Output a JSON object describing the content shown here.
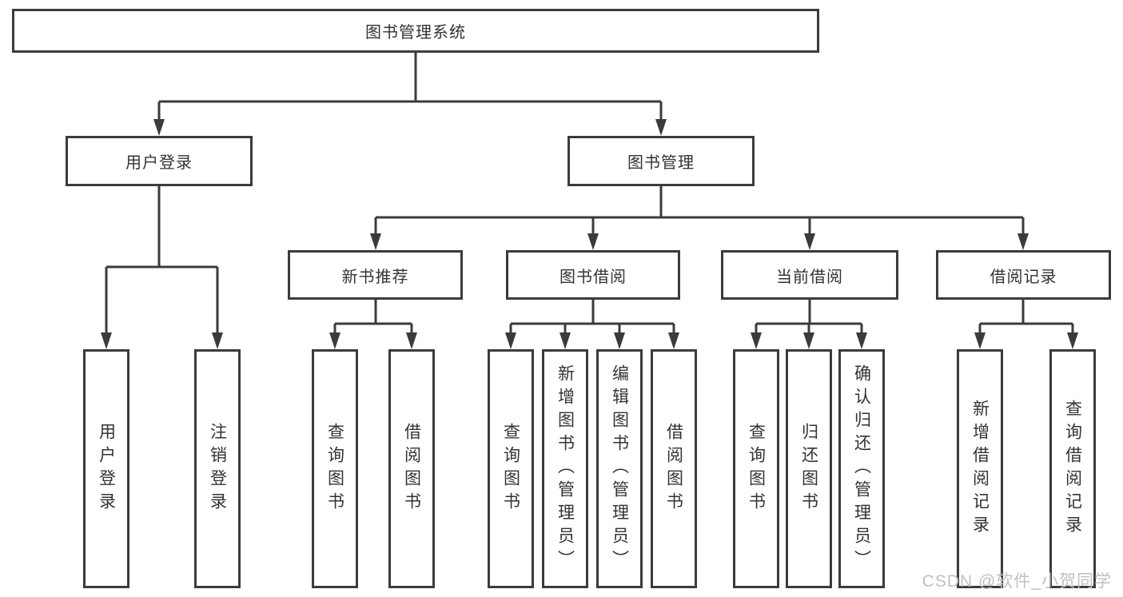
{
  "colors": {
    "line": "#3b3b3b",
    "node_border": "#3b3b3b",
    "text": "#333333",
    "watermark": "#c0c0c0",
    "background": "#ffffff"
  },
  "watermark": {
    "text": "CSDN @软件_小贺同学"
  },
  "tree": {
    "root": {
      "label": "图书管理系统"
    },
    "branches": [
      {
        "label": "用户登录",
        "children": [
          {
            "label": "用户登录"
          },
          {
            "label": "注销登录"
          }
        ]
      },
      {
        "label": "图书管理",
        "children": [
          {
            "label": "新书推荐",
            "children": [
              {
                "label": "查询图书"
              },
              {
                "label": "借阅图书"
              }
            ]
          },
          {
            "label": "图书借阅",
            "children": [
              {
                "label": "查询图书"
              },
              {
                "label": "新增图书（管理员）"
              },
              {
                "label": "编辑图书（管理员）"
              },
              {
                "label": "借阅图书"
              }
            ]
          },
          {
            "label": "当前借阅",
            "children": [
              {
                "label": "查询图书"
              },
              {
                "label": "归还图书"
              },
              {
                "label": "确认归还（管理员）"
              }
            ]
          },
          {
            "label": "借阅记录",
            "children": [
              {
                "label": "新增借阅记录"
              },
              {
                "label": "查询借阅记录"
              }
            ]
          }
        ]
      }
    ]
  }
}
